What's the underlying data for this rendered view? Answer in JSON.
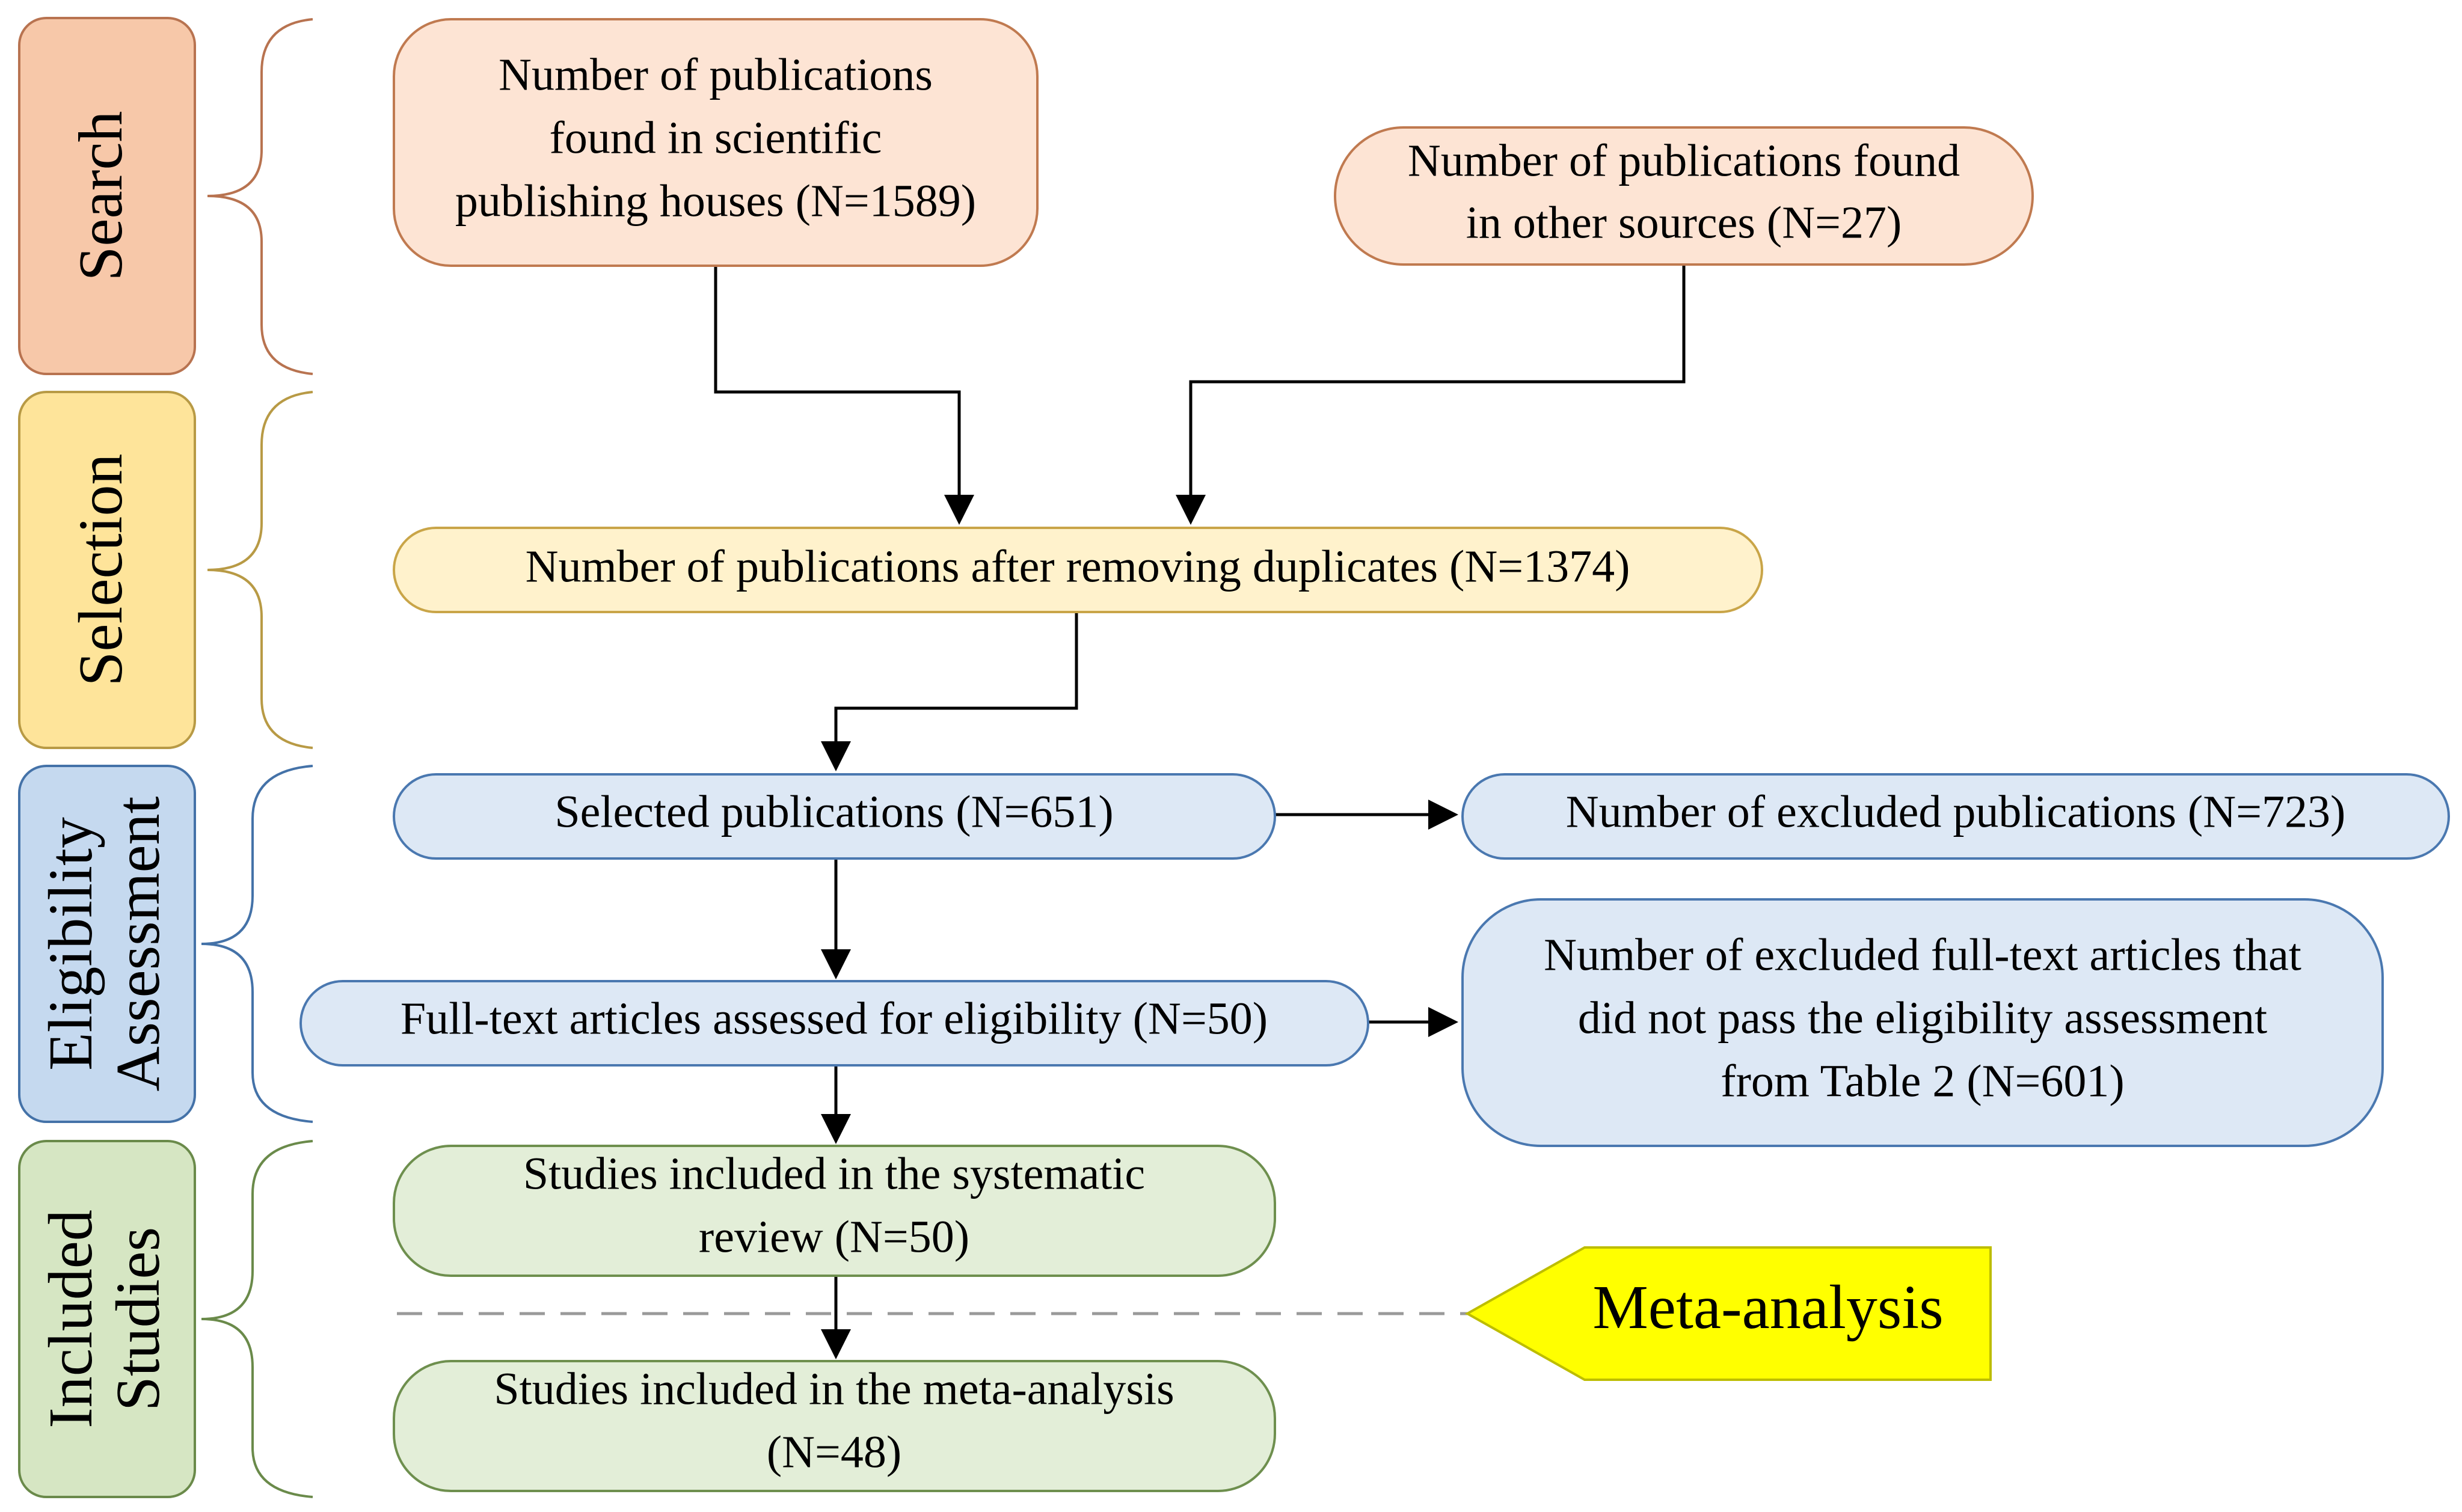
{
  "phases": {
    "search": {
      "label": "Search",
      "fill": "#f7c8a9",
      "stroke": "#b87350"
    },
    "selection": {
      "label": "Selection",
      "fill": "#fee49a",
      "stroke": "#b89a45"
    },
    "eligibility": {
      "label_line1": "Eligibility",
      "label_line2": "Assessment",
      "fill": "#c5d9ef",
      "stroke": "#4472a8"
    },
    "included": {
      "label_line1": "Included",
      "label_line2": "Studies",
      "fill": "#d6e6c3",
      "stroke": "#6a8a4a"
    }
  },
  "boxes": {
    "publishing_houses": {
      "line1": "Number of publications",
      "line2": "found in scientific",
      "line3": "publishing houses (N=1589)"
    },
    "other_sources": {
      "line1": "Number of publications found",
      "line2": "in other sources (N=27)"
    },
    "after_duplicates": {
      "line1": "Number of publications after removing duplicates (N=1374)"
    },
    "selected": {
      "line1": "Selected publications (N=651)"
    },
    "excluded": {
      "line1": "Number of excluded publications (N=723)"
    },
    "full_text": {
      "line1": "Full-text articles assessed for eligibility (N=50)"
    },
    "excluded_full_text": {
      "line1": "Number of excluded full-text articles that",
      "line2": "did not pass the eligibility assessment",
      "line3": "from Table 2 (N=601)"
    },
    "systematic_review": {
      "line1": "Studies included in the systematic",
      "line2": "review (N=50)"
    },
    "meta_analysis_studies": {
      "line1": "Studies included in the meta-analysis",
      "line2": "(N=48)"
    }
  },
  "meta_label": {
    "text": "Meta-analysis",
    "fill": "#ffff00"
  },
  "colors": {
    "search_box_fill": "#fde4d4",
    "search_box_stroke": "#c07a50",
    "selection_box_fill": "#fff2cc",
    "selection_box_stroke": "#c9a548",
    "eligibility_box_fill": "#dde8f5",
    "eligibility_box_stroke": "#4a78b0",
    "included_box_fill": "#e3eed8",
    "included_box_stroke": "#6e8f4e"
  }
}
